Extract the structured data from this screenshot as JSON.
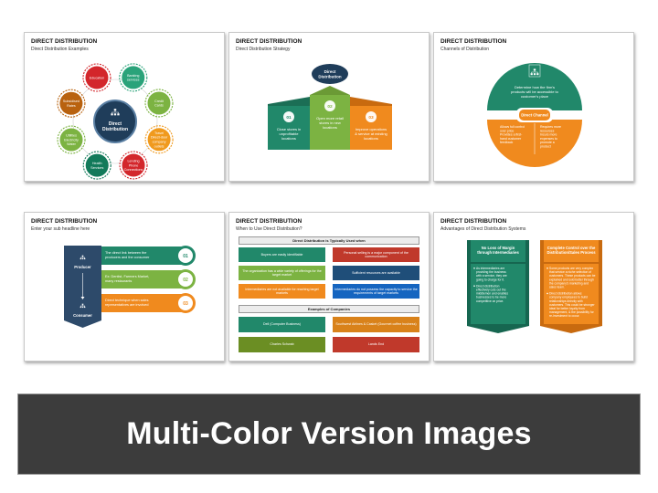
{
  "slides": [
    {
      "title": "DIRECT DISTRIBUTION",
      "subtitle": "Direct Distribution Examples",
      "center_label": [
        "Direct",
        "Distribution"
      ],
      "nodes": [
        {
          "label": [
            "Banking",
            "services"
          ],
          "color": "#2aa37a"
        },
        {
          "label": [
            "Credit",
            "Cards"
          ],
          "color": "#7cb342"
        },
        {
          "label": [
            "Travel",
            "Direct-door",
            "company",
            "outlets"
          ],
          "color": "#f09a1e"
        },
        {
          "label": [
            "Lending",
            "Phone",
            "Connections"
          ],
          "color": "#d3262b"
        },
        {
          "label": [
            "Health",
            "Services"
          ],
          "color": "#127a5a"
        },
        {
          "label": [
            "Utilities",
            "Electricity",
            "Water"
          ],
          "color": "#7cb342"
        },
        {
          "label": [
            "Subsidised",
            "Rates"
          ],
          "color": "#b9620f"
        },
        {
          "label": [
            "Education"
          ],
          "color": "#d3262b"
        }
      ]
    },
    {
      "title": "DIRECT DISTRIBUTION",
      "subtitle": "Direct Distribution Strategy",
      "top_label": [
        "Direct",
        "Distribution"
      ],
      "cards": [
        {
          "num": "01",
          "text": [
            "Close stores in",
            "unprofitable",
            "locations"
          ],
          "color": "#21886a"
        },
        {
          "num": "02",
          "text": [
            "Open more retail",
            "stores in new",
            "locations"
          ],
          "color": "#7cb342"
        },
        {
          "num": "03",
          "text": [
            "Improve operations",
            "& service at existing",
            "locations"
          ],
          "color": "#f08a1e"
        }
      ]
    },
    {
      "title": "DIRECT DISTRIBUTION",
      "subtitle": "Channels of Distribution",
      "top_text": [
        "Determine how the firm's",
        "products will be accessible to",
        "customer's place"
      ],
      "channel_label": "Direct Channel",
      "left_bullets": [
        "Allows full control",
        "over price",
        "Provides a first-",
        "hand customer",
        "feedback"
      ],
      "right_bullets": [
        "Requires more",
        "resources",
        "Incurs more",
        "expenses to",
        "promote a",
        "product"
      ]
    },
    {
      "title": "DIRECT DISTRIBUTION",
      "subtitle": "Enter your sub headline here",
      "producer": "Producer",
      "consumer": "Consumer",
      "rows": [
        {
          "num": "01",
          "text": [
            "The direct link between the",
            "producers and the consumer"
          ],
          "color": "#21886a"
        },
        {
          "num": "02",
          "text": [
            "Ex: Dentist, Farmers Market,",
            "many restaurants"
          ],
          "color": "#7cb342"
        },
        {
          "num": "03",
          "text": [
            "Direct technique when sales",
            "representatives are involved"
          ],
          "color": "#f08a1e"
        }
      ]
    },
    {
      "title": "DIRECT DISTRIBUTION",
      "subtitle": "When to Use Direct Distribution?",
      "header1": "Direct Distribution is Typically Used when",
      "grid": [
        {
          "text": [
            "Buyers are easily identifiable"
          ],
          "color": "#21886a"
        },
        {
          "text": [
            "Personal selling is a major component",
            "of the communication"
          ],
          "color": "#c0392b"
        },
        {
          "text": [
            "The organization has a wide variety",
            "of offerings for the target market"
          ],
          "color": "#7cb342"
        },
        {
          "text": [
            "Sufficient resources are available"
          ],
          "color": "#1f4e79"
        },
        {
          "text": [
            "Intermediaries are not available",
            "for reaching target markets"
          ],
          "color": "#f08a1e"
        },
        {
          "text": [
            "Intermediaries do not possess the capacity to",
            "service the requirements of target markets"
          ],
          "color": "#1565c0"
        }
      ],
      "header2": "Examples of Companies",
      "companies": [
        {
          "text": [
            "Dell (Computer Business)"
          ],
          "color": "#21886a"
        },
        {
          "text": [
            "Southwest Airlines & Casket",
            "(Gourmet coffee business)"
          ],
          "color": "#d9821a"
        },
        {
          "text": [
            "Charles Schwab"
          ],
          "color": "#6b8e23"
        },
        {
          "text": [
            "Lands End"
          ],
          "color": "#c0392b"
        }
      ]
    },
    {
      "title": "DIRECT DISTRIBUTION",
      "subtitle": "Advantages of Direct Distribution Systems",
      "left": {
        "heading": [
          "No Loss of Margin",
          "through Intermediaries"
        ],
        "bullets": [
          [
            "As intermediaries are",
            "providing the business",
            "with a service, they are",
            "going to charge for it."
          ],
          [
            "Direct distribution",
            "effectively cuts out the",
            "middlemen and enables",
            "businesses to be more",
            "competitive on price."
          ]
        ],
        "color": "#21886a"
      },
      "right": {
        "heading": [
          "Complete Control over the",
          "Distribution/Sales Process"
        ],
        "bullets": [
          [
            "Some products are very complex",
            "that service a niche selection of",
            "customers. These products can be",
            "explained and sold better through",
            "the company's marketing and",
            "sales team."
          ],
          [
            "Direct distribution allows",
            "company employees to build",
            "relationships directly with",
            "customers. This could be stronger",
            "ideal for better loyalty from",
            "management, & the possibility for",
            "re-investment to occur."
          ]
        ],
        "color": "#f08a1e"
      }
    }
  ],
  "banner": {
    "text": "Multi-Color Version Images"
  }
}
